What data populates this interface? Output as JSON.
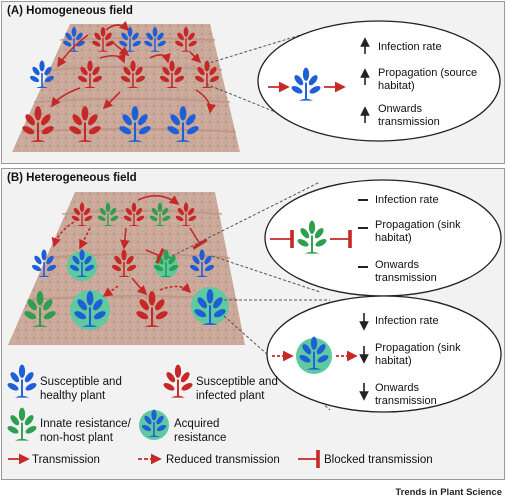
{
  "panel_a": {
    "title": "(A) Homogeneous field",
    "effects": [
      {
        "arrow": "up",
        "text": "Infection rate"
      },
      {
        "arrow": "up",
        "text": "Propagation (source habitat)"
      },
      {
        "arrow": "up",
        "text": "Onwards transmission"
      }
    ]
  },
  "panel_b": {
    "title": "(B) Heterogeneous field",
    "innate_effects": [
      {
        "arrow": "flat",
        "text": "Infection rate"
      },
      {
        "arrow": "flat",
        "text": "Propagation (sink habitat)"
      },
      {
        "arrow": "flat",
        "text": "Onwards transmission"
      }
    ],
    "acquired_effects": [
      {
        "arrow": "down",
        "text": "Infection rate"
      },
      {
        "arrow": "down",
        "text": "Propagation (sink habitat)"
      },
      {
        "arrow": "down",
        "text": "Onwards transmission"
      }
    ]
  },
  "legend": {
    "susceptible_healthy": "Susceptible and healthy plant",
    "susceptible_infected": "Susceptible and infected plant",
    "innate_resistance": "Innate resistance/ non-host plant",
    "acquired_resistance": "Acquired resistance",
    "transmission": "Transmission",
    "reduced_transmission": "Reduced transmission",
    "blocked_transmission": "Blocked transmission"
  },
  "colors": {
    "healthy": "#1f5fd6",
    "infected": "#c62828",
    "innate": "#2e9e4f",
    "acquired_halo": "#5fc9a0",
    "field": "#c9a99a",
    "panel_bg": "#f2f2f2"
  },
  "footer": "Trends in Plant Science"
}
